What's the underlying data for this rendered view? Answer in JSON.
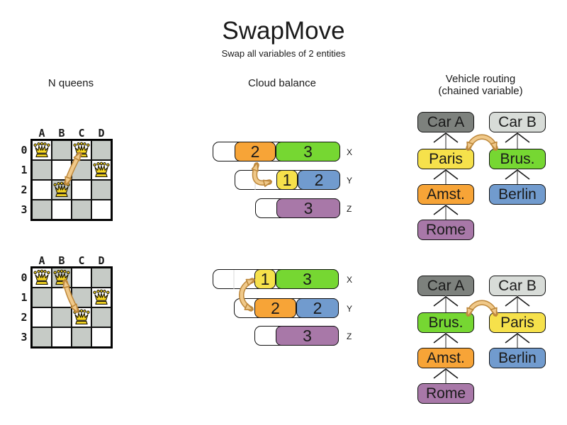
{
  "title": "SwapMove",
  "subtitle": "Swap all variables of 2 entities",
  "colors": {
    "orange": "#f7a437",
    "green": "#76d732",
    "yellow": "#f6e14b",
    "blue": "#719bce",
    "purple": "#a878a8",
    "car_a_gray": "#7d817d",
    "car_b_gray": "#d8dcd8",
    "board_gray": "#c6cbc6",
    "swap_arrow_fill": "#f0c98a",
    "swap_arrow_outline": "#bd873a",
    "queen_gold": "#f8d823"
  },
  "nqueens": {
    "label": "N queens",
    "column_labels": [
      "A",
      "B",
      "C",
      "D"
    ],
    "row_labels": [
      "0",
      "1",
      "2",
      "3"
    ],
    "before": {
      "queens": [
        [
          0,
          0
        ],
        [
          2,
          0
        ],
        [
          3,
          1
        ],
        [
          1,
          2
        ]
      ],
      "swap": [
        "C0",
        "B2"
      ]
    },
    "after": {
      "queens": [
        [
          0,
          0
        ],
        [
          1,
          0
        ],
        [
          3,
          1
        ],
        [
          2,
          2
        ]
      ],
      "swap": [
        "B0",
        "C2"
      ]
    }
  },
  "cloud": {
    "label": "Cloud balance",
    "before": {
      "rows": [
        {
          "label": "X",
          "blocks": [
            {
              "value": "2",
              "color": "orange"
            },
            {
              "value": "3",
              "color": "green"
            }
          ]
        },
        {
          "label": "Y",
          "blocks": [
            {
              "value": "1",
              "color": "yellow"
            },
            {
              "value": "2",
              "color": "blue"
            }
          ]
        },
        {
          "label": "Z",
          "blocks": [
            {
              "value": "3",
              "color": "purple"
            }
          ]
        }
      ],
      "swap": [
        "X:2",
        "Y:1"
      ]
    },
    "after": {
      "rows": [
        {
          "label": "X",
          "blocks": [
            {
              "value": "1",
              "color": "yellow"
            },
            {
              "value": "3",
              "color": "green"
            }
          ]
        },
        {
          "label": "Y",
          "blocks": [
            {
              "value": "2",
              "color": "orange"
            },
            {
              "value": "2",
              "color": "blue"
            }
          ]
        },
        {
          "label": "Z",
          "blocks": [
            {
              "value": "3",
              "color": "purple"
            }
          ]
        }
      ],
      "swap": [
        "X:1",
        "Y:2"
      ]
    }
  },
  "vehicle": {
    "label": "Vehicle routing",
    "sublabel": "(chained variable)",
    "before": {
      "chains": [
        {
          "anchor": {
            "name": "Car A",
            "color": "car_a_gray"
          },
          "stops": [
            {
              "name": "Paris",
              "color": "yellow"
            },
            {
              "name": "Amst.",
              "color": "orange"
            },
            {
              "name": "Rome",
              "color": "purple"
            }
          ]
        },
        {
          "anchor": {
            "name": "Car B",
            "color": "car_b_gray"
          },
          "stops": [
            {
              "name": "Brus.",
              "color": "green"
            },
            {
              "name": "Berlin",
              "color": "blue"
            }
          ]
        }
      ],
      "swap": [
        "Paris",
        "Brus."
      ]
    },
    "after": {
      "chains": [
        {
          "anchor": {
            "name": "Car A",
            "color": "car_a_gray"
          },
          "stops": [
            {
              "name": "Brus.",
              "color": "green"
            },
            {
              "name": "Amst.",
              "color": "orange"
            },
            {
              "name": "Rome",
              "color": "purple"
            }
          ]
        },
        {
          "anchor": {
            "name": "Car B",
            "color": "car_b_gray"
          },
          "stops": [
            {
              "name": "Paris",
              "color": "yellow"
            },
            {
              "name": "Berlin",
              "color": "blue"
            }
          ]
        }
      ],
      "swap": [
        "Brus.",
        "Paris"
      ]
    }
  }
}
